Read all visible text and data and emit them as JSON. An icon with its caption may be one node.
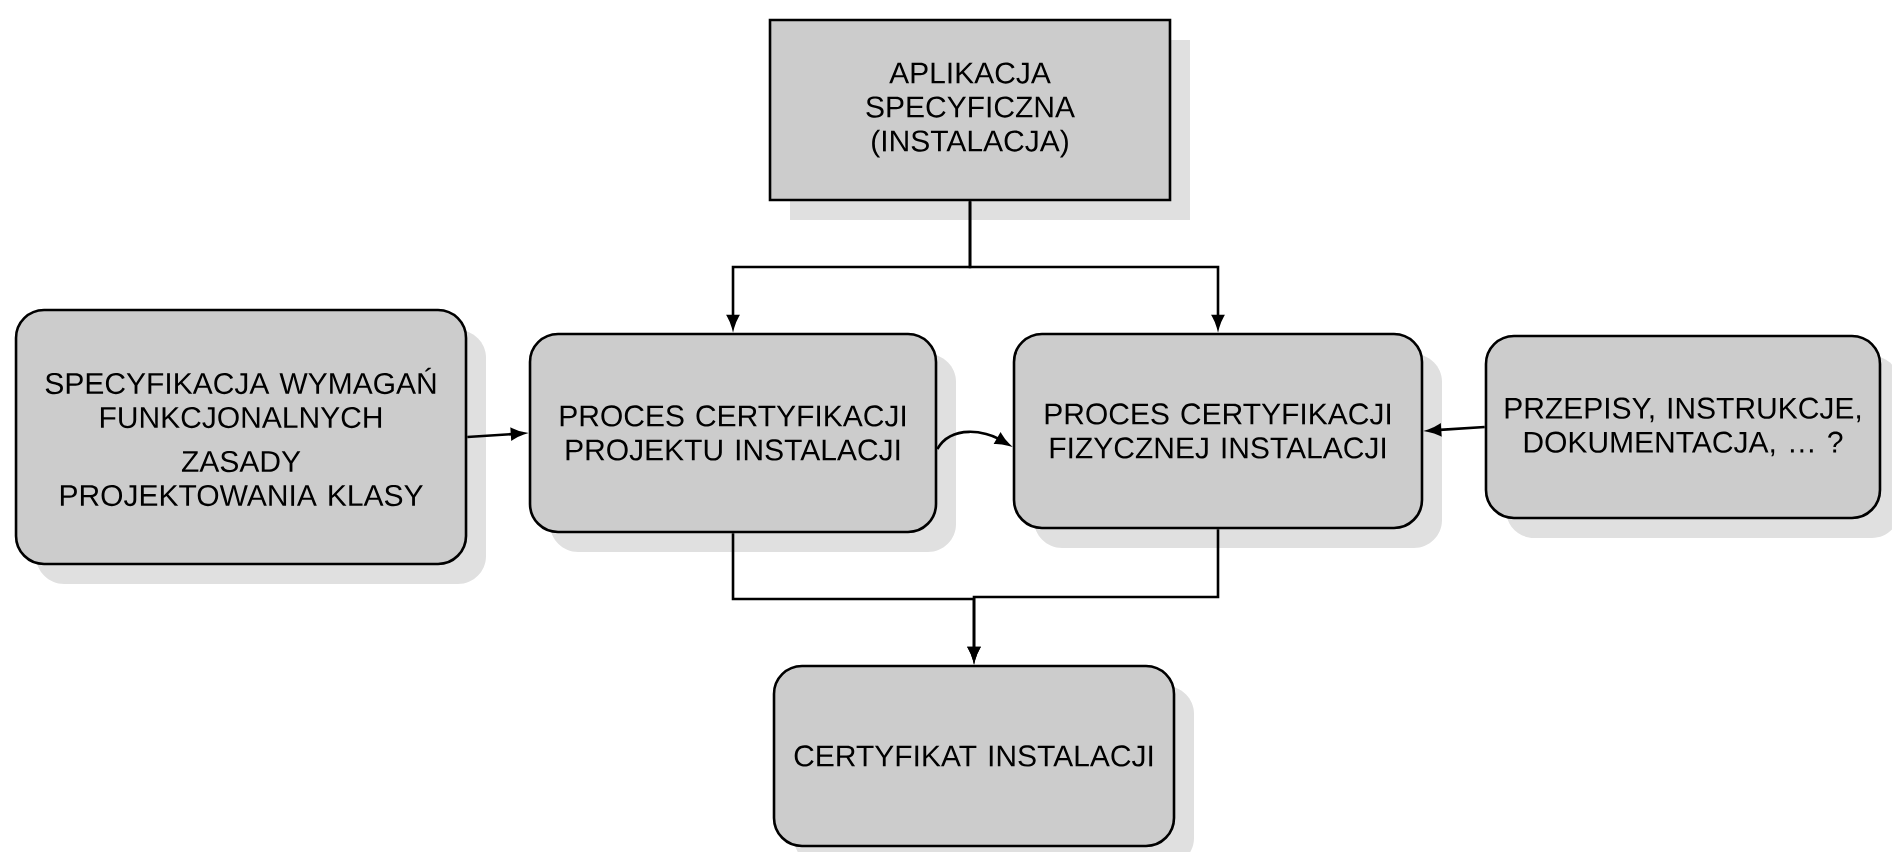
{
  "diagram": {
    "nodes": [
      {
        "text": [
          "APLIKACJA SPECYFICZNA (INSTALACJA)"
        ]
      },
      {
        "text": [
          "SPECYFIKACJA WYMAGAŃ FUNKCJONALNYCH",
          "ZASADY PROJEKTOWANIA KLASY"
        ]
      },
      {
        "text": [
          "PROCES CERTYFIKACJI PROJEKTU INSTALACJI"
        ]
      },
      {
        "text": [
          "PROCES CERTYFIKACJI FIZYCZNEJ INSTALACJI"
        ]
      },
      {
        "text": [
          "PRZEPISY, INSTRUKCJE, DOKUMENTACJA, … ?"
        ]
      },
      {
        "text": [
          "CERTYFIKAT INSTALACJI"
        ]
      }
    ],
    "edges": [
      {
        "from": 0,
        "to": 2,
        "arrow": "to"
      },
      {
        "from": 0,
        "to": 3,
        "arrow": "to"
      },
      {
        "from": 1,
        "to": 2,
        "arrow": "to"
      },
      {
        "from": 2,
        "to": 3,
        "arrow": "to"
      },
      {
        "from": 4,
        "to": 3,
        "arrow": "to"
      },
      {
        "from": 2,
        "to": 5,
        "arrow": "to"
      },
      {
        "from": 3,
        "to": 5,
        "arrow": "to"
      }
    ]
  }
}
